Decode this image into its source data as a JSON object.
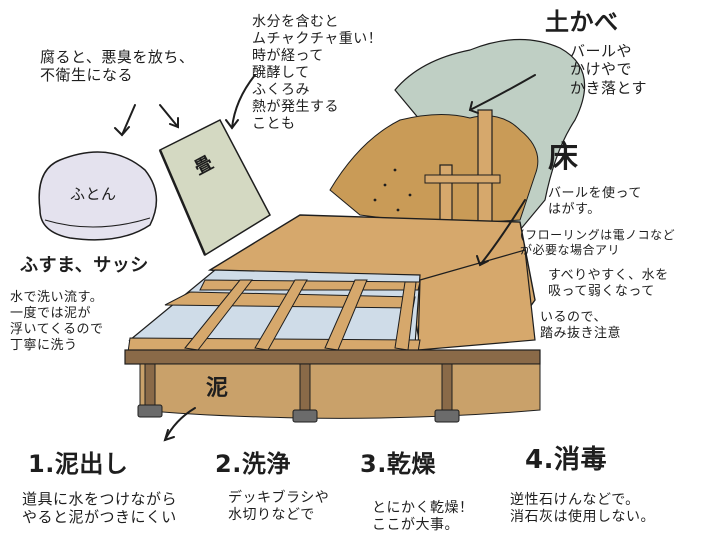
{
  "colors": {
    "wood": "#d6a86c",
    "wood_dark": "#8a6a48",
    "wall_mud": "#c99b57",
    "wall_green": "#bfcfc4",
    "mud": "#c9a16a",
    "water": "#cfdce8",
    "futon": "#e4e2ee",
    "tatami": "#d4d9c2",
    "ink": "#1e1e1e"
  },
  "icons": {
    "futon": "futon-icon",
    "tatami": "tatami-icon",
    "arrow": "arrow-icon"
  },
  "labels": {
    "rot_note": "腐ると、悪臭を放ち、\n不衛生になる",
    "water_note": "水分を含むと\nムチャクチャ重い！\n時が経って\n醗酵して\nふくろみ\n熱が発生する\nことも",
    "futon": "ふとん",
    "tatami": "畳",
    "fusuma_title": "ふすま、サッシ",
    "fusuma_note": "水で洗い流す。\n一度では泥が\n浮いてくるので\n丁寧に洗う",
    "wall_title": "土かべ",
    "wall_note": "バールや\nかけやで\nかき落とす",
    "floor_title": "床",
    "floor_note1": "バールを使って\nはがす。",
    "floor_note2": "(フローリングは電ノコなど\nが必要な場合アリ",
    "floor_note3": "すべりやすく、水を\n吸って弱くなって",
    "floor_note4": "いるので、\n踏み抜き注意",
    "mud": "泥"
  },
  "steps": [
    {
      "title": "1.泥出し",
      "note": "道具に水をつけながら\nやると泥がつきにくい"
    },
    {
      "title": "2.洗浄",
      "note": "デッキブラシや\n水切りなどで"
    },
    {
      "title": "3.乾燥",
      "note": "とにかく乾燥！\nここが大事。"
    },
    {
      "title": "4.消毒",
      "note": "逆性石けんなどで。\n消石灰は使用しない。"
    }
  ]
}
